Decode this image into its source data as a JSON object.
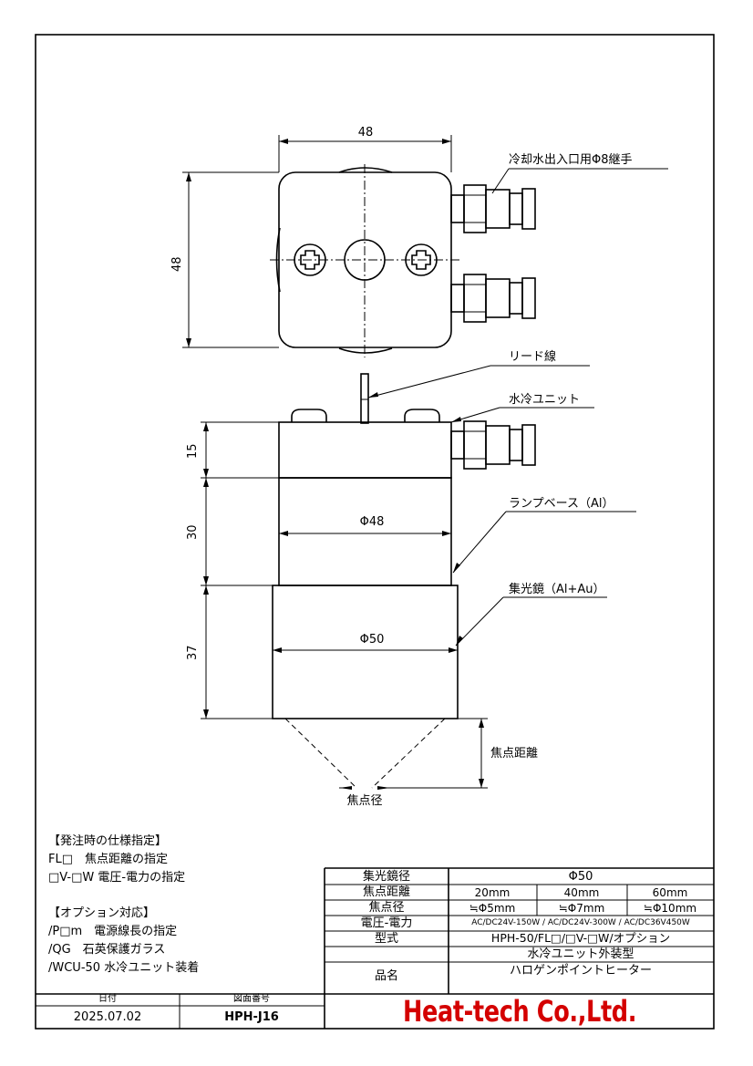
{
  "dimensions": {
    "top_width": "48",
    "top_height": "48",
    "h_cooling_unit": "15",
    "h_lamp_base": "30",
    "h_reflector": "37",
    "dia_lamp_base": "Φ48",
    "dia_reflector": "Φ50"
  },
  "callouts": {
    "fitting": "冷却水出入口用Φ8継手",
    "lead_wire": "リード線",
    "cooling_unit": "水冷ユニット",
    "lamp_base": "ランプベース（Al）",
    "reflector": "集光鏡（Al+Au）",
    "focal_distance": "焦点距離",
    "focal_diameter": "焦点径"
  },
  "notes": {
    "spec_heading": "【発注時の仕様指定】",
    "spec_items": [
      "FL□　焦点距離の指定",
      "□V-□W 電圧-電力の指定"
    ],
    "option_heading": "【オプション対応】",
    "option_items": [
      "/P□m　電源線長の指定",
      "/QG　石英保護ガラス",
      "/WCU-50 水冷ユニット装着"
    ]
  },
  "spec_table": {
    "reflector_dia_label": "集光鏡径",
    "reflector_dia_value": "Φ50",
    "focal_dist_label": "焦点距離",
    "focal_dists": [
      "20mm",
      "40mm",
      "60mm"
    ],
    "focal_dia_label": "焦点径",
    "focal_dias": [
      "≒Φ5mm",
      "≒Φ7mm",
      "≒Φ10mm"
    ],
    "voltage_label": "電圧-電力",
    "voltage_value": "AC/DC24V-150W / AC/DC24V-300W / AC/DC36V450W",
    "model_label": "型式",
    "model_value": "HPH-50/FL□/□V-□W/オプション",
    "product_label": "品名",
    "product_line1": "水冷ユニット外装型",
    "product_line2": "ハロゲンポイントヒーター"
  },
  "title_block": {
    "date_label": "日付",
    "drawing_no_label": "図面番号",
    "date_value": "2025.07.02",
    "drawing_no_value": "HPH-J16",
    "company": "Heat-tech Co.,Ltd.",
    "company_color": "#d40000"
  }
}
